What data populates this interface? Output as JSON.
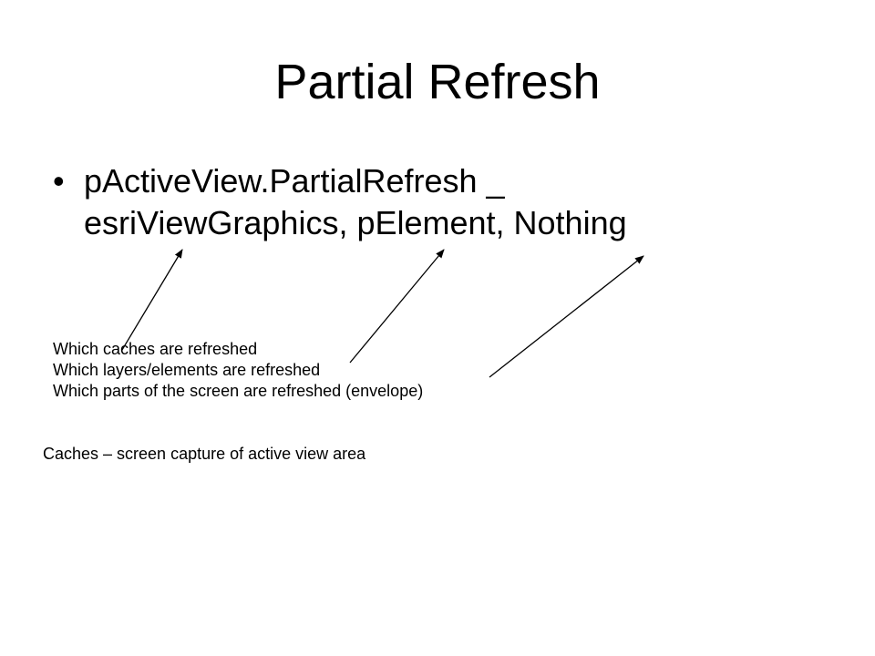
{
  "slide": {
    "title": "Partial Refresh",
    "bullet": {
      "symbol": "•",
      "lines": [
        "pActiveView.PartialRefresh _",
        "esriViewGraphics, pElement, Nothing"
      ]
    },
    "annotations": [
      "Which caches are refreshed",
      "Which layers/elements are refreshed",
      "Which parts of the screen are refreshed (envelope)"
    ],
    "footnote": "Caches – screen capture of active view area"
  },
  "colors": {
    "background": "#ffffff",
    "text": "#000000"
  }
}
